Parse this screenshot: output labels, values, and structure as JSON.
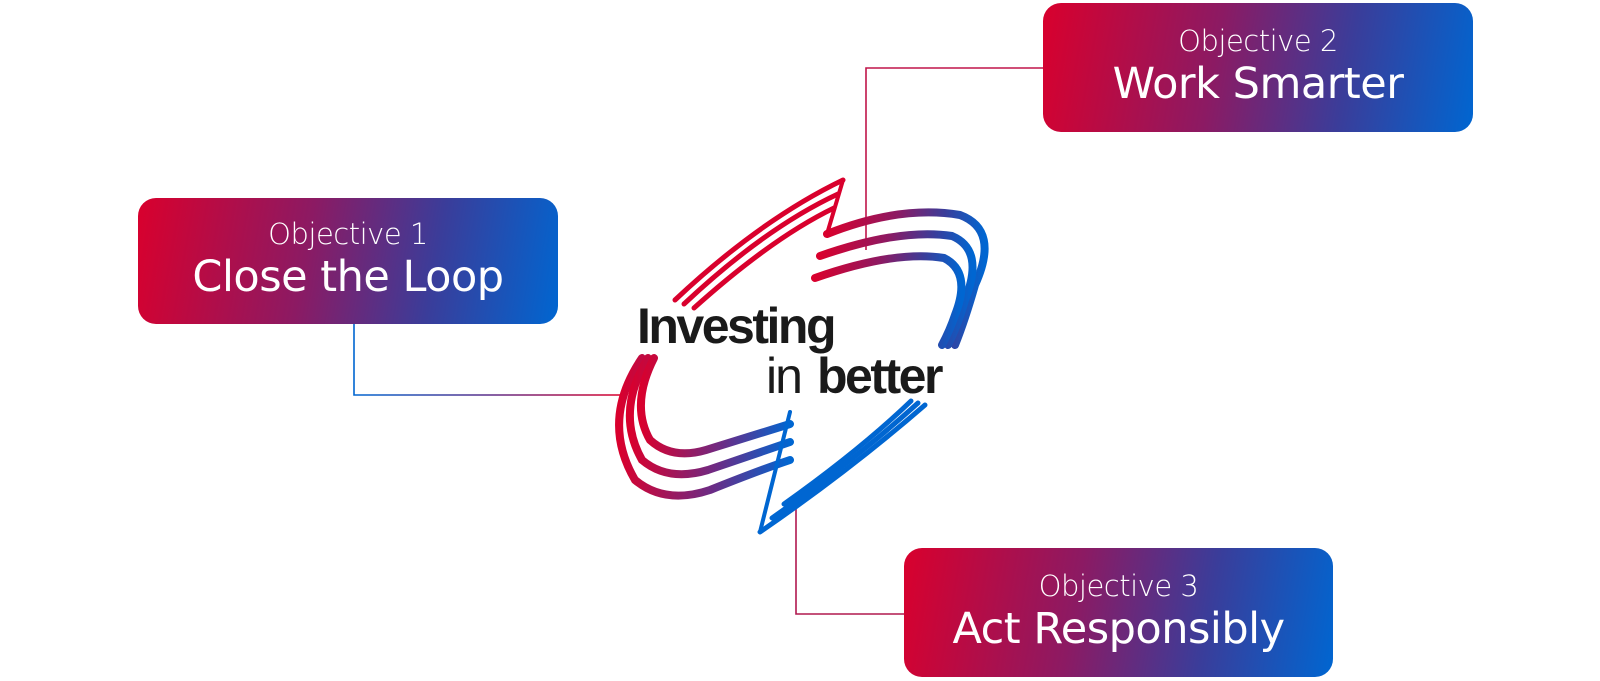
{
  "objectives": [
    {
      "number_label": "Objective 1",
      "title": "Close the Loop"
    },
    {
      "number_label": "Objective 2",
      "title": "Work Smarter"
    },
    {
      "number_label": "Objective 3",
      "title": "Act Responsibly"
    }
  ],
  "center_logo": {
    "line1": "Investing",
    "line2_in": "in",
    "line2_better": "better"
  },
  "colors": {
    "gradient_red": "#d9002d",
    "gradient_purple": "#8c1a63",
    "gradient_blue": "#0066d1",
    "text_dark": "#1a1a1a",
    "box_text": "#ffffff"
  }
}
